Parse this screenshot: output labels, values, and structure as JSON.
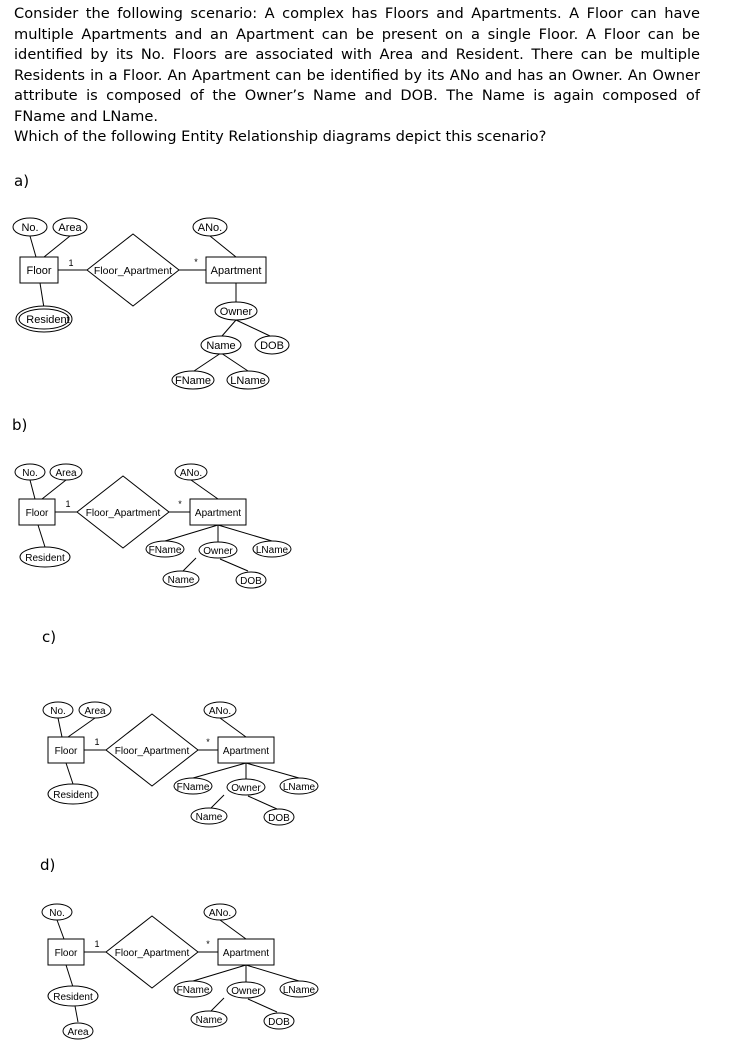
{
  "question": {
    "paragraph": "Consider the following scenario: A complex has Floors and Apartments. A Floor can have multiple Apartments and an Apartment can be present on a single Floor. A Floor can be identified by its No. Floors are associated with Area and Resident. There can be multiple Residents in a Floor. An Apartment can be identified by its ANo and has an Owner. An Owner attribute is composed of the Owner’s Name and DOB. The Name is again composed of FName and LName.",
    "prompt": "Which of the following Entity Relationship diagrams depict this scenario?"
  },
  "options": [
    {
      "label": "a)",
      "entities": [
        "Floor",
        "Apartment"
      ],
      "relationship": "Floor_Apartment",
      "cardinality_left": "1",
      "cardinality_right": "*",
      "attributes": [
        "No.",
        "Area",
        "Resident",
        "ANo.",
        "Owner",
        "Name",
        "DOB",
        "FName",
        "LName"
      ]
    },
    {
      "label": "b)",
      "entities": [
        "Floor",
        "Apartment"
      ],
      "relationship": "Floor_Apartment",
      "cardinality_left": "1",
      "cardinality_right": "*",
      "attributes": [
        "No.",
        "Area",
        "Resident",
        "ANo.",
        "FName",
        "Owner",
        "LName",
        "Name",
        "DOB"
      ]
    },
    {
      "label": "c)",
      "entities": [
        "Floor",
        "Apartment"
      ],
      "relationship": "Floor_Apartment",
      "cardinality_left": "1",
      "cardinality_right": "*",
      "attributes": [
        "No.",
        "Area",
        "Resident",
        "ANo.",
        "FName",
        "Owner",
        "LName",
        "Name",
        "DOB"
      ]
    },
    {
      "label": "d)",
      "entities": [
        "Floor",
        "Apartment"
      ],
      "relationship": "Floor_Apartment",
      "cardinality_left": "1",
      "cardinality_right": "*",
      "attributes": [
        "No.",
        "Resident",
        "Area",
        "ANo.",
        "FName",
        "Owner",
        "LName",
        "Name",
        "DOB"
      ]
    }
  ]
}
